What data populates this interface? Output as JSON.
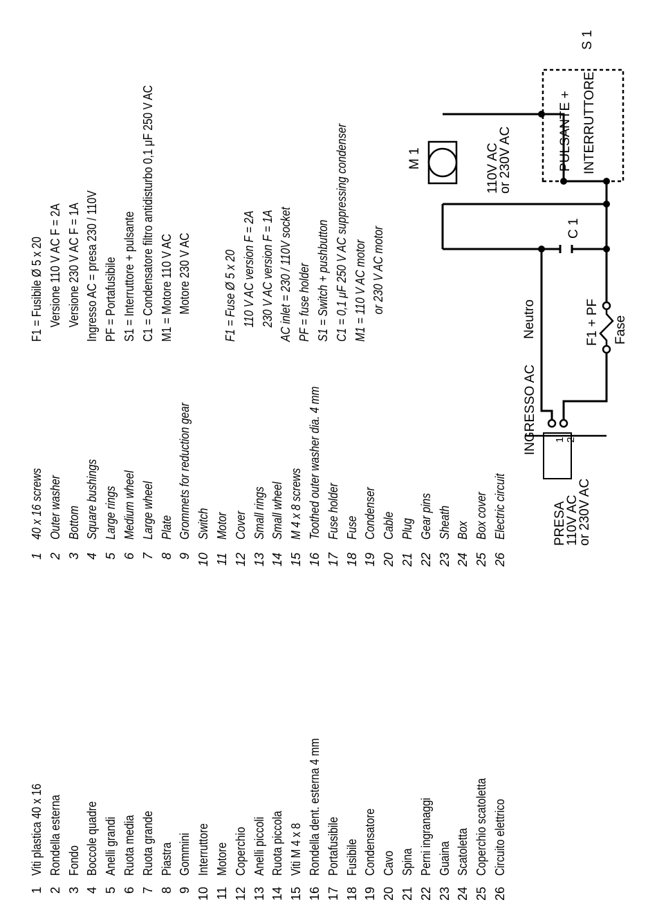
{
  "parts_list": {
    "items": [
      {
        "n": "1",
        "it": "Viti plastica 40 x 16",
        "en": "40 x 16 screws"
      },
      {
        "n": "2",
        "it": "Rondella esterna",
        "en": "Outer washer"
      },
      {
        "n": "3",
        "it": "Fondo",
        "en": "Bottom"
      },
      {
        "n": "4",
        "it": "Boccole quadre",
        "en": "Square bushings"
      },
      {
        "n": "5",
        "it": "Anelli grandi",
        "en": "Large rings"
      },
      {
        "n": "6",
        "it": "Ruota media",
        "en": "Medium wheel"
      },
      {
        "n": "7",
        "it": "Ruota grande",
        "en": "Large wheel"
      },
      {
        "n": "8",
        "it": "Piastra",
        "en": "Plate"
      },
      {
        "n": "9",
        "it": "Gommini",
        "en": "Grommets for reduction gear"
      },
      {
        "n": "10",
        "it": "Interruttore",
        "en": "Switch"
      },
      {
        "n": "11",
        "it": "Motore",
        "en": "Motor"
      },
      {
        "n": "12",
        "it": "Coperchio",
        "en": "Cover"
      },
      {
        "n": "13",
        "it": "Anelli piccoli",
        "en": "Small rings"
      },
      {
        "n": "14",
        "it": "Ruota piccola",
        "en": "Small wheel"
      },
      {
        "n": "15",
        "it": "Viti M 4 x 8",
        "en": "M 4 x 8 screws"
      },
      {
        "n": "16",
        "it": "Rondella dent. esterna 4 mm",
        "en": "Toothed outer washer dia. 4 mm"
      },
      {
        "n": "17",
        "it": "Portafusibile",
        "en": "Fuse holder"
      },
      {
        "n": "18",
        "it": "Fusibile",
        "en": "Fuse"
      },
      {
        "n": "19",
        "it": "Condensatore",
        "en": "Condenser"
      },
      {
        "n": "20",
        "it": "Cavo",
        "en": "Cable"
      },
      {
        "n": "21",
        "it": "Spina",
        "en": "Plug"
      },
      {
        "n": "22",
        "it": "Perni ingranaggi",
        "en": "Gear pins"
      },
      {
        "n": "23",
        "it": "Guaina",
        "en": "Sheath"
      },
      {
        "n": "24",
        "it": "Scatoletta",
        "en": "Box"
      },
      {
        "n": "25",
        "it": "Coperchio scatoletta",
        "en": "Box cover"
      },
      {
        "n": "26",
        "it": "Circuito elettrico",
        "en": "Electric circuit"
      }
    ]
  },
  "legend_it": [
    "F1 = Fusibile Ø 5 x 20",
    "Versione 110 V AC    F = 2A",
    "Versione 230 V AC    F = 1A",
    "Ingresso AC = presa 230 / 110V",
    "PF = Portafusibile",
    "S1 = Interruttore + pulsante",
    "C1 = Condensatore filtro antidisturbo 0,1 μF   250 V AC",
    "M1 = Motore 110 V  AC",
    "Motore 230 V  AC"
  ],
  "legend_en": [
    "F1 = Fuse Ø 5 x 20",
    "110 V AC version   F = 2A",
    "230 V AC version   F = 1A",
    "AC inlet = 230 / 110V socket",
    "PF = fuse holder",
    "S1 = Switch + pushbutton",
    "C1 = 0,1 μF  250 V AC suppressing condenser",
    "M1 = 110 V AC motor",
    "or 230 V AC motor"
  ],
  "circuit": {
    "presa": "PRESA",
    "presa_v1": "110V AC",
    "presa_v2": "or 230V AC",
    "ingresso": "INGRESSO AC",
    "pin1": "1",
    "pin2": "2",
    "neutro": "Neutro",
    "fase": "Fase",
    "fuse": "F1 + PF",
    "cap": "C 1",
    "motor": "M 1",
    "motor_v1": "110V AC",
    "motor_v2": "or 230V AC",
    "switch_ref": "S 1",
    "switch_l1": "PULSANTE +",
    "switch_l2": "INTERRUTTORE"
  }
}
